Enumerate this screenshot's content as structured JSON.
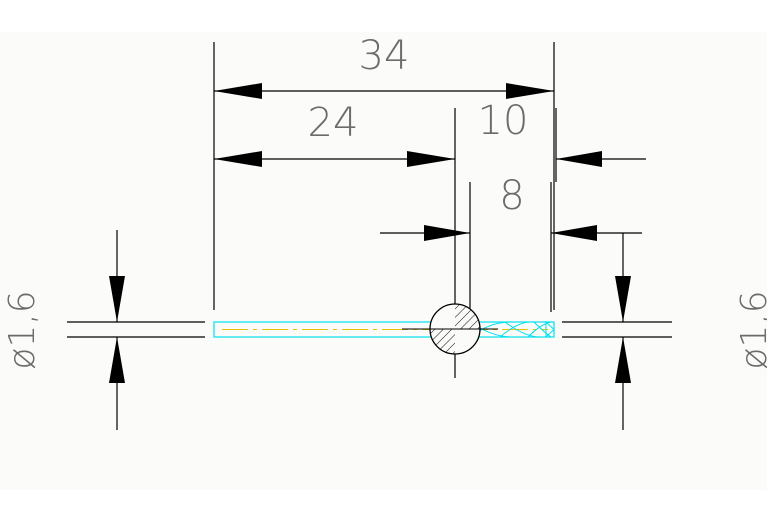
{
  "drawing": {
    "dim_overall": "34",
    "dim_left": "24",
    "dim_right": "10",
    "dim_inner": "8",
    "dia_left": "ø1,6",
    "dia_right": "ø1,6"
  },
  "colors": {
    "background": "#ffffff",
    "paper": "#fbfcf9",
    "line": "#000000",
    "drill_outline": "#00e0f0",
    "centerline": "#e6c200",
    "text": "#6b6b6b"
  }
}
